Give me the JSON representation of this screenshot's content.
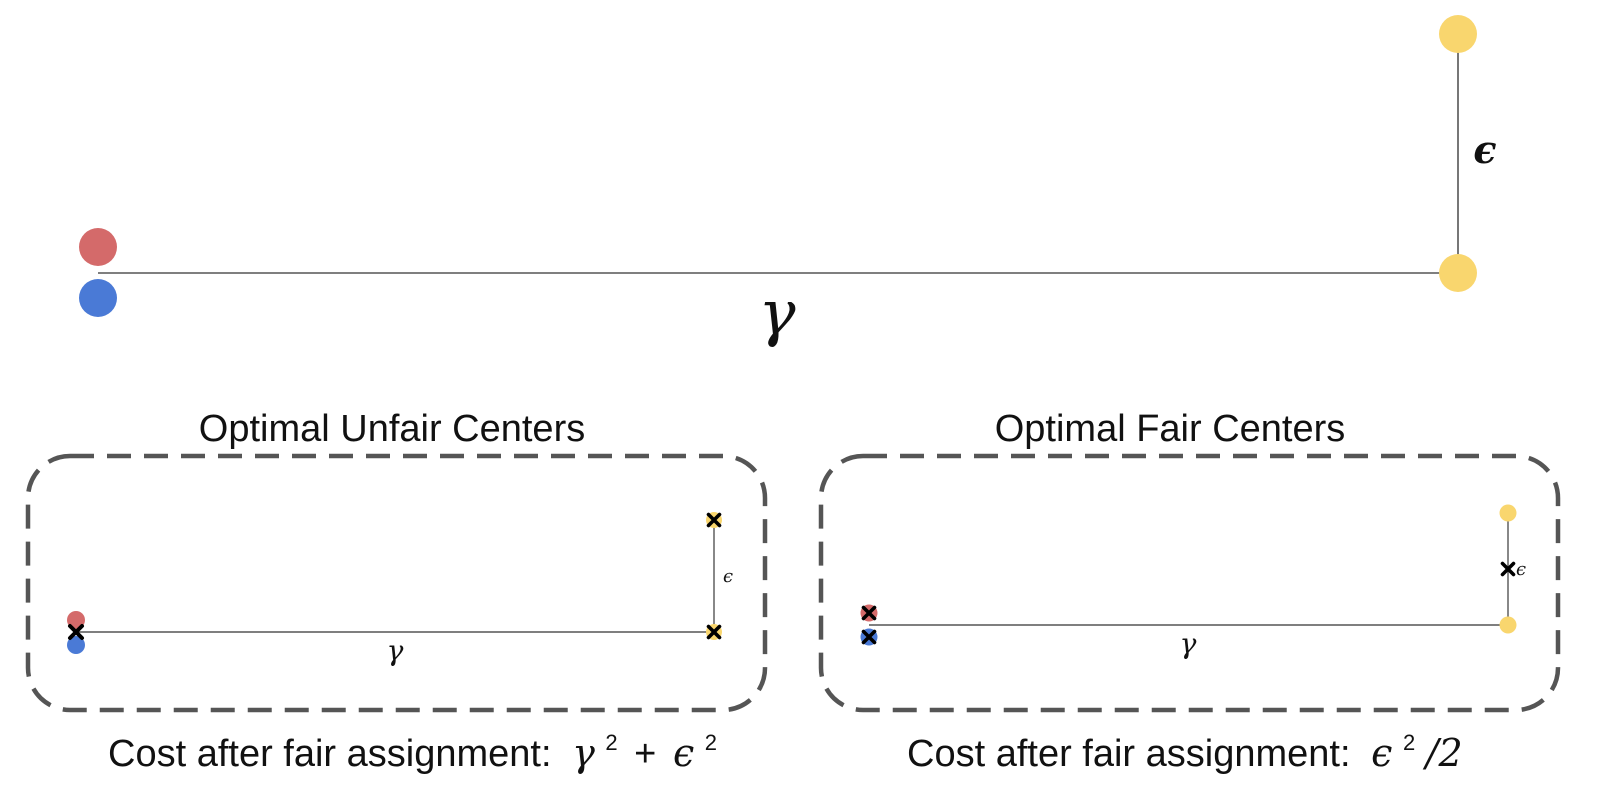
{
  "symbols": {
    "gamma": "γ",
    "epsilon": "ϵ"
  },
  "panels": {
    "unfair": {
      "title": "Optimal Unfair Centers",
      "cost_prefix": "Cost after fair assignment:",
      "cost_formula": {
        "gamma": "γ",
        "sq1": "2",
        "plus": "+",
        "epsilon": "ϵ",
        "sq2": "2"
      }
    },
    "fair": {
      "title": "Optimal Fair Centers",
      "cost_prefix": "Cost after fair assignment:",
      "cost_formula": {
        "epsilon": "ϵ",
        "sq": "2",
        "slash_two": "/2"
      }
    }
  },
  "colors": {
    "red_point": "#d46a6a",
    "blue_point": "#4a7ad6",
    "yellow_point": "#f9d66e",
    "line": "#555555",
    "dashed_border": "#555555",
    "center_marker": "#000000",
    "text": "#111111"
  },
  "icons": {
    "center_marker": "x-mark-icon"
  }
}
